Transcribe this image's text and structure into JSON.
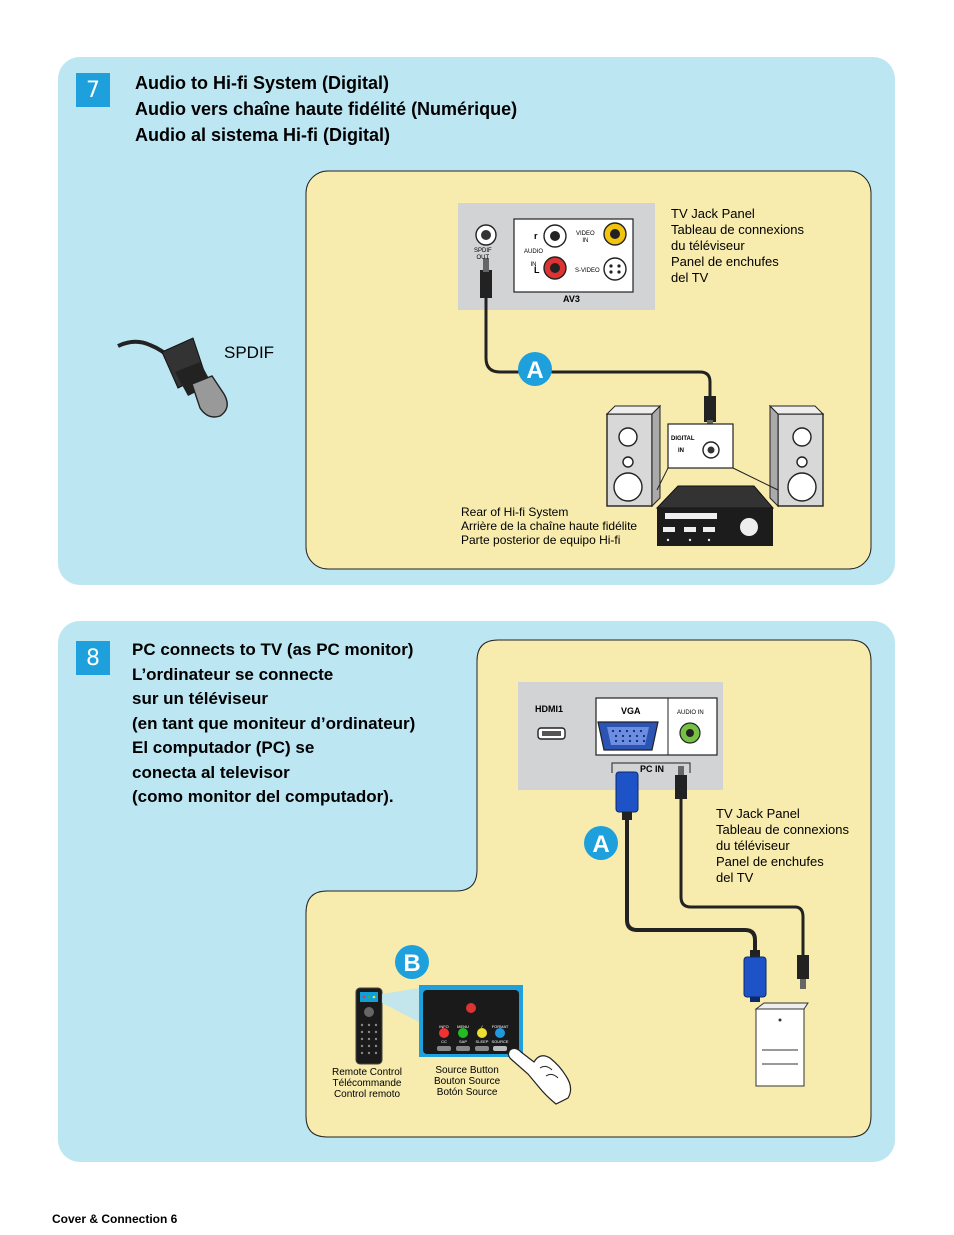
{
  "section7": {
    "number": "7",
    "title_lines": [
      "Audio to Hi-fi System (Digital)",
      "Audio vers chaîne haute fidélité (Numérique)",
      "Audio al sistema Hi-fi (Digital)"
    ],
    "cable_label": "SPDIF",
    "tv_panel_lines": [
      "TV Jack Panel",
      "Tableau de connexions",
      "du téléviseur",
      "Panel de enchufes",
      "del TV"
    ],
    "hifi_rear_lines": [
      "Rear of Hi-fi System",
      "Arrière de la chaîne haute fidélite",
      "Parte posterior de equipo Hi-fi"
    ],
    "jack_labels": {
      "spdif_out": [
        "SPDIF",
        "OUT"
      ],
      "audio_in": [
        "AUDIO",
        "IN"
      ],
      "r": "r",
      "l": "L",
      "video_in": [
        "VIDEO",
        "IN"
      ],
      "s_video": "S-VIDEO",
      "av3": "AV3",
      "digital_in": [
        "DIGITAL",
        "IN"
      ]
    },
    "marker": "A"
  },
  "section8": {
    "number": "8",
    "title_lines": [
      "PC connects to TV (as PC monitor)",
      "L’ordinateur se connecte",
      "sur un téléviseur",
      "(en tant que moniteur d’ordinateur)",
      "El computador (PC) se",
      "conecta al televisor",
      "(como monitor del computador)."
    ],
    "tv_panel_lines": [
      "TV Jack Panel",
      "Tableau de connexions",
      "du téléviseur",
      "Panel de enchufes",
      "del TV"
    ],
    "jack_labels": {
      "hdmi": "HDMI1",
      "vga": "VGA",
      "audio_in": "AUDIO IN",
      "pc_in": "PC IN"
    },
    "remote_lines": [
      "Remote Control",
      "Télécommande",
      "Control remoto"
    ],
    "source_lines": [
      "Source Button",
      "Bouton Source",
      "Botón Source"
    ],
    "button_labels": [
      "INFO",
      "MENU",
      "✓",
      "FORMAT",
      "CC",
      "SAP",
      "SLEEP",
      "SOURCE"
    ],
    "marker_a": "A",
    "marker_b": "B"
  },
  "footer": "Cover & Connection 6",
  "colors": {
    "panel": "#bde6f3",
    "inner": "#f7ecae",
    "accent": "#1da0dc"
  }
}
